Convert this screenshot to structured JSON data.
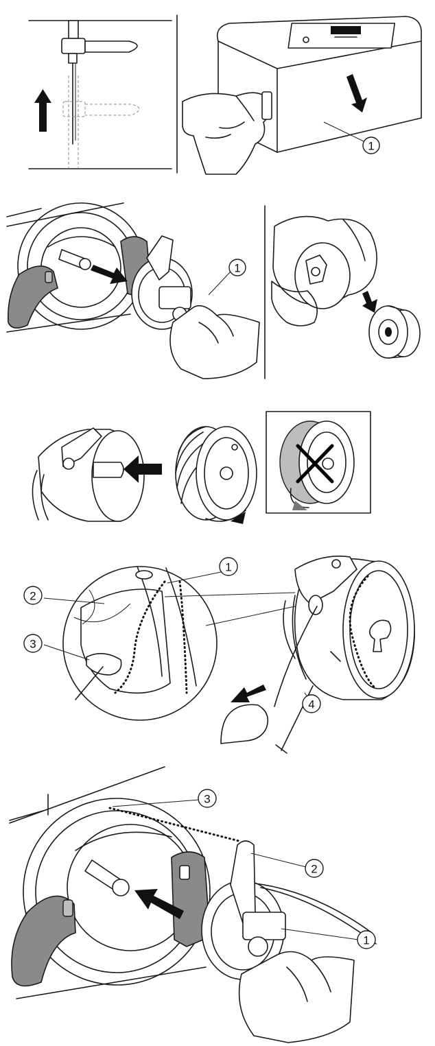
{
  "callouts": {
    "step1_cover": "1",
    "step2_bobbin_case": "1",
    "step4_thread_slot": "1",
    "step4_tension_spring": "2",
    "step4_thread_exit": "3",
    "step4_thread_length": "4",
    "step5_bobbin_case": "1",
    "step5_finger": "2",
    "step5_notch": "3"
  },
  "colors": {
    "line": "#1a1a1a",
    "lever_grey": "#8a8a8a",
    "arrow_grey": "#777777"
  }
}
